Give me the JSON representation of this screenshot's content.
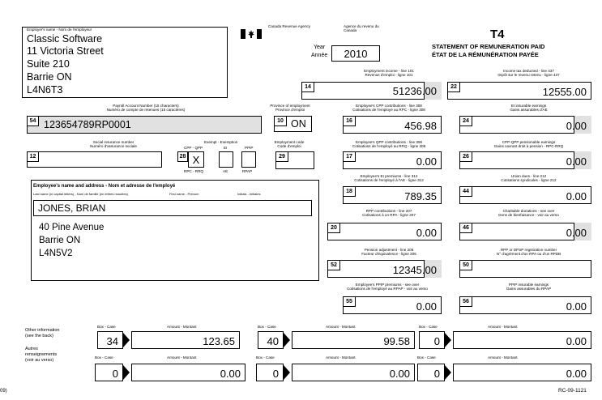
{
  "employer": {
    "label": "Employer's name - Nom de l'employeur",
    "name": "Classic Software",
    "line1": "11 Victoria Street",
    "line2": "Suite 210",
    "city": "Barrie  ON",
    "postal": "L4N6T3"
  },
  "agency": {
    "en": "Canada Revenue Agency",
    "fr1": "Agence du revenu du",
    "fr2": "Canada"
  },
  "year": {
    "label_en": "Year",
    "label_fr": "Année",
    "value": "2010"
  },
  "title": {
    "code": "T4",
    "en": "STATEMENT OF REMUNERATION PAID",
    "fr": "ÉTAT DE LA RÉMUNÉRATION PAYÉE"
  },
  "payroll": {
    "label1": "Payroll Account Number (15 characters)",
    "label2": "Numéro de compte de retenues (15 caractères)",
    "box": "54",
    "value": "123654789RP0001"
  },
  "province": {
    "label1": "Province of employment",
    "label2": "Province d'emploi",
    "box": "10",
    "value": "ON"
  },
  "sin": {
    "label1": "Social insurance number",
    "label2": "Numéro d'assurance sociale",
    "box": "12",
    "value": ""
  },
  "exempt": {
    "label": "Exempt - Exemption",
    "cpp": "CPP - QPP",
    "ei": "EI",
    "ppip": "PPIP",
    "cpp_fr": "RPC - RRQ",
    "ei_fr": "AE",
    "ppip_fr": "RPAP",
    "box": "28",
    "cpp_value": "X"
  },
  "empcode": {
    "label1": "Employment code",
    "label2": "Code d'emploi",
    "box": "29"
  },
  "employee": {
    "label": "Employee's name and address - Nom et adresse de l'employé",
    "sub_last": "Last name (in capital letters) - Nom de famille (en lettres moulées)",
    "sub_first": "First name - Prénom",
    "sub_init": "Initials - Initiales",
    "name": "JONES, BRIAN",
    "line1": "40 Pine Avenue",
    "city": "Barrie  ON",
    "postal": "L4N5V2"
  },
  "boxes_mid": [
    {
      "l1": "Employment income - line 101",
      "l2": "Revenus d'emploi - ligne 101",
      "box": "14",
      "value": "51236.00"
    },
    {
      "l1": "Employee's CPP contributions - line 308",
      "l2": "Cotisations de l'employé au RPC - ligne 308",
      "box": "16",
      "value": "456.98"
    },
    {
      "l1": "Employee's QPP contributions - line 308",
      "l2": "Cotisations de l'employé au RRQ - ligne 308",
      "box": "17",
      "value": "0.00"
    },
    {
      "l1": "Employee's EI premiums - line 312",
      "l2": "Cotisations de l'employé à l'AE - ligne 312",
      "box": "18",
      "value": "789.35"
    },
    {
      "l1": "RPP contributions - line 207",
      "l2": "Cotisations à un RPA - ligne 207",
      "box": "20",
      "value": "0.00"
    },
    {
      "l1": "Pension adjustment - line 206",
      "l2": "Facteur d'équivalence - ligne 206",
      "box": "52",
      "value": "12345.00"
    },
    {
      "l1": "Employee's PPIP premiums - see over",
      "l2": "Cotisations de l'employé au RPAP - voir au verso",
      "box": "55",
      "value": "0.00"
    }
  ],
  "boxes_right": [
    {
      "l1": "Income tax deducted - line 437",
      "l2": "Impôt sur le revenu retenu - ligne 437",
      "box": "22",
      "value": "12555.00"
    },
    {
      "l1": "EI insurable earnings",
      "l2": "Gains assurables d'AE",
      "box": "24",
      "value": "0.00"
    },
    {
      "l1": "CPP-QPP pensionable earnings",
      "l2": "Gains ouvrant droit à pension - RPC-RRQ",
      "box": "26",
      "value": "0.00"
    },
    {
      "l1": "Union dues - line 212",
      "l2": "Cotisations syndicales - ligne 212",
      "box": "44",
      "value": "0.00"
    },
    {
      "l1": "Charitable donations - see over",
      "l2": "Dons de bienfaisance - voir au verso",
      "box": "46",
      "value": "0.00"
    },
    {
      "l1": "RPP or DPSP registration number",
      "l2": "N° d'agrément d'un RPA ou d'un RPDB",
      "box": "50",
      "value": ""
    },
    {
      "l1": "PPIP insurable earnings",
      "l2": "Gains assurables du RPAP",
      "box": "56",
      "value": "0.00"
    }
  ],
  "other_info": {
    "label_en1": "Other information",
    "label_en2": "(see the back)",
    "label_fr1": "Autres",
    "label_fr2": "renseignements",
    "label_fr3": "(voir au verso)",
    "box_label": "Box - Case",
    "amount_label": "Amount - Montant",
    "row1": [
      {
        "box": "34",
        "amount": "123.65"
      },
      {
        "box": "40",
        "amount": "99.58"
      },
      {
        "box": "0",
        "amount": "0.00"
      }
    ],
    "row2": [
      {
        "box": "0",
        "amount": "0.00"
      },
      {
        "box": "0",
        "amount": "0.00"
      },
      {
        "box": "0",
        "amount": "0.00"
      }
    ]
  },
  "footer": {
    "left": "09)",
    "right": "RC-09-1121"
  }
}
